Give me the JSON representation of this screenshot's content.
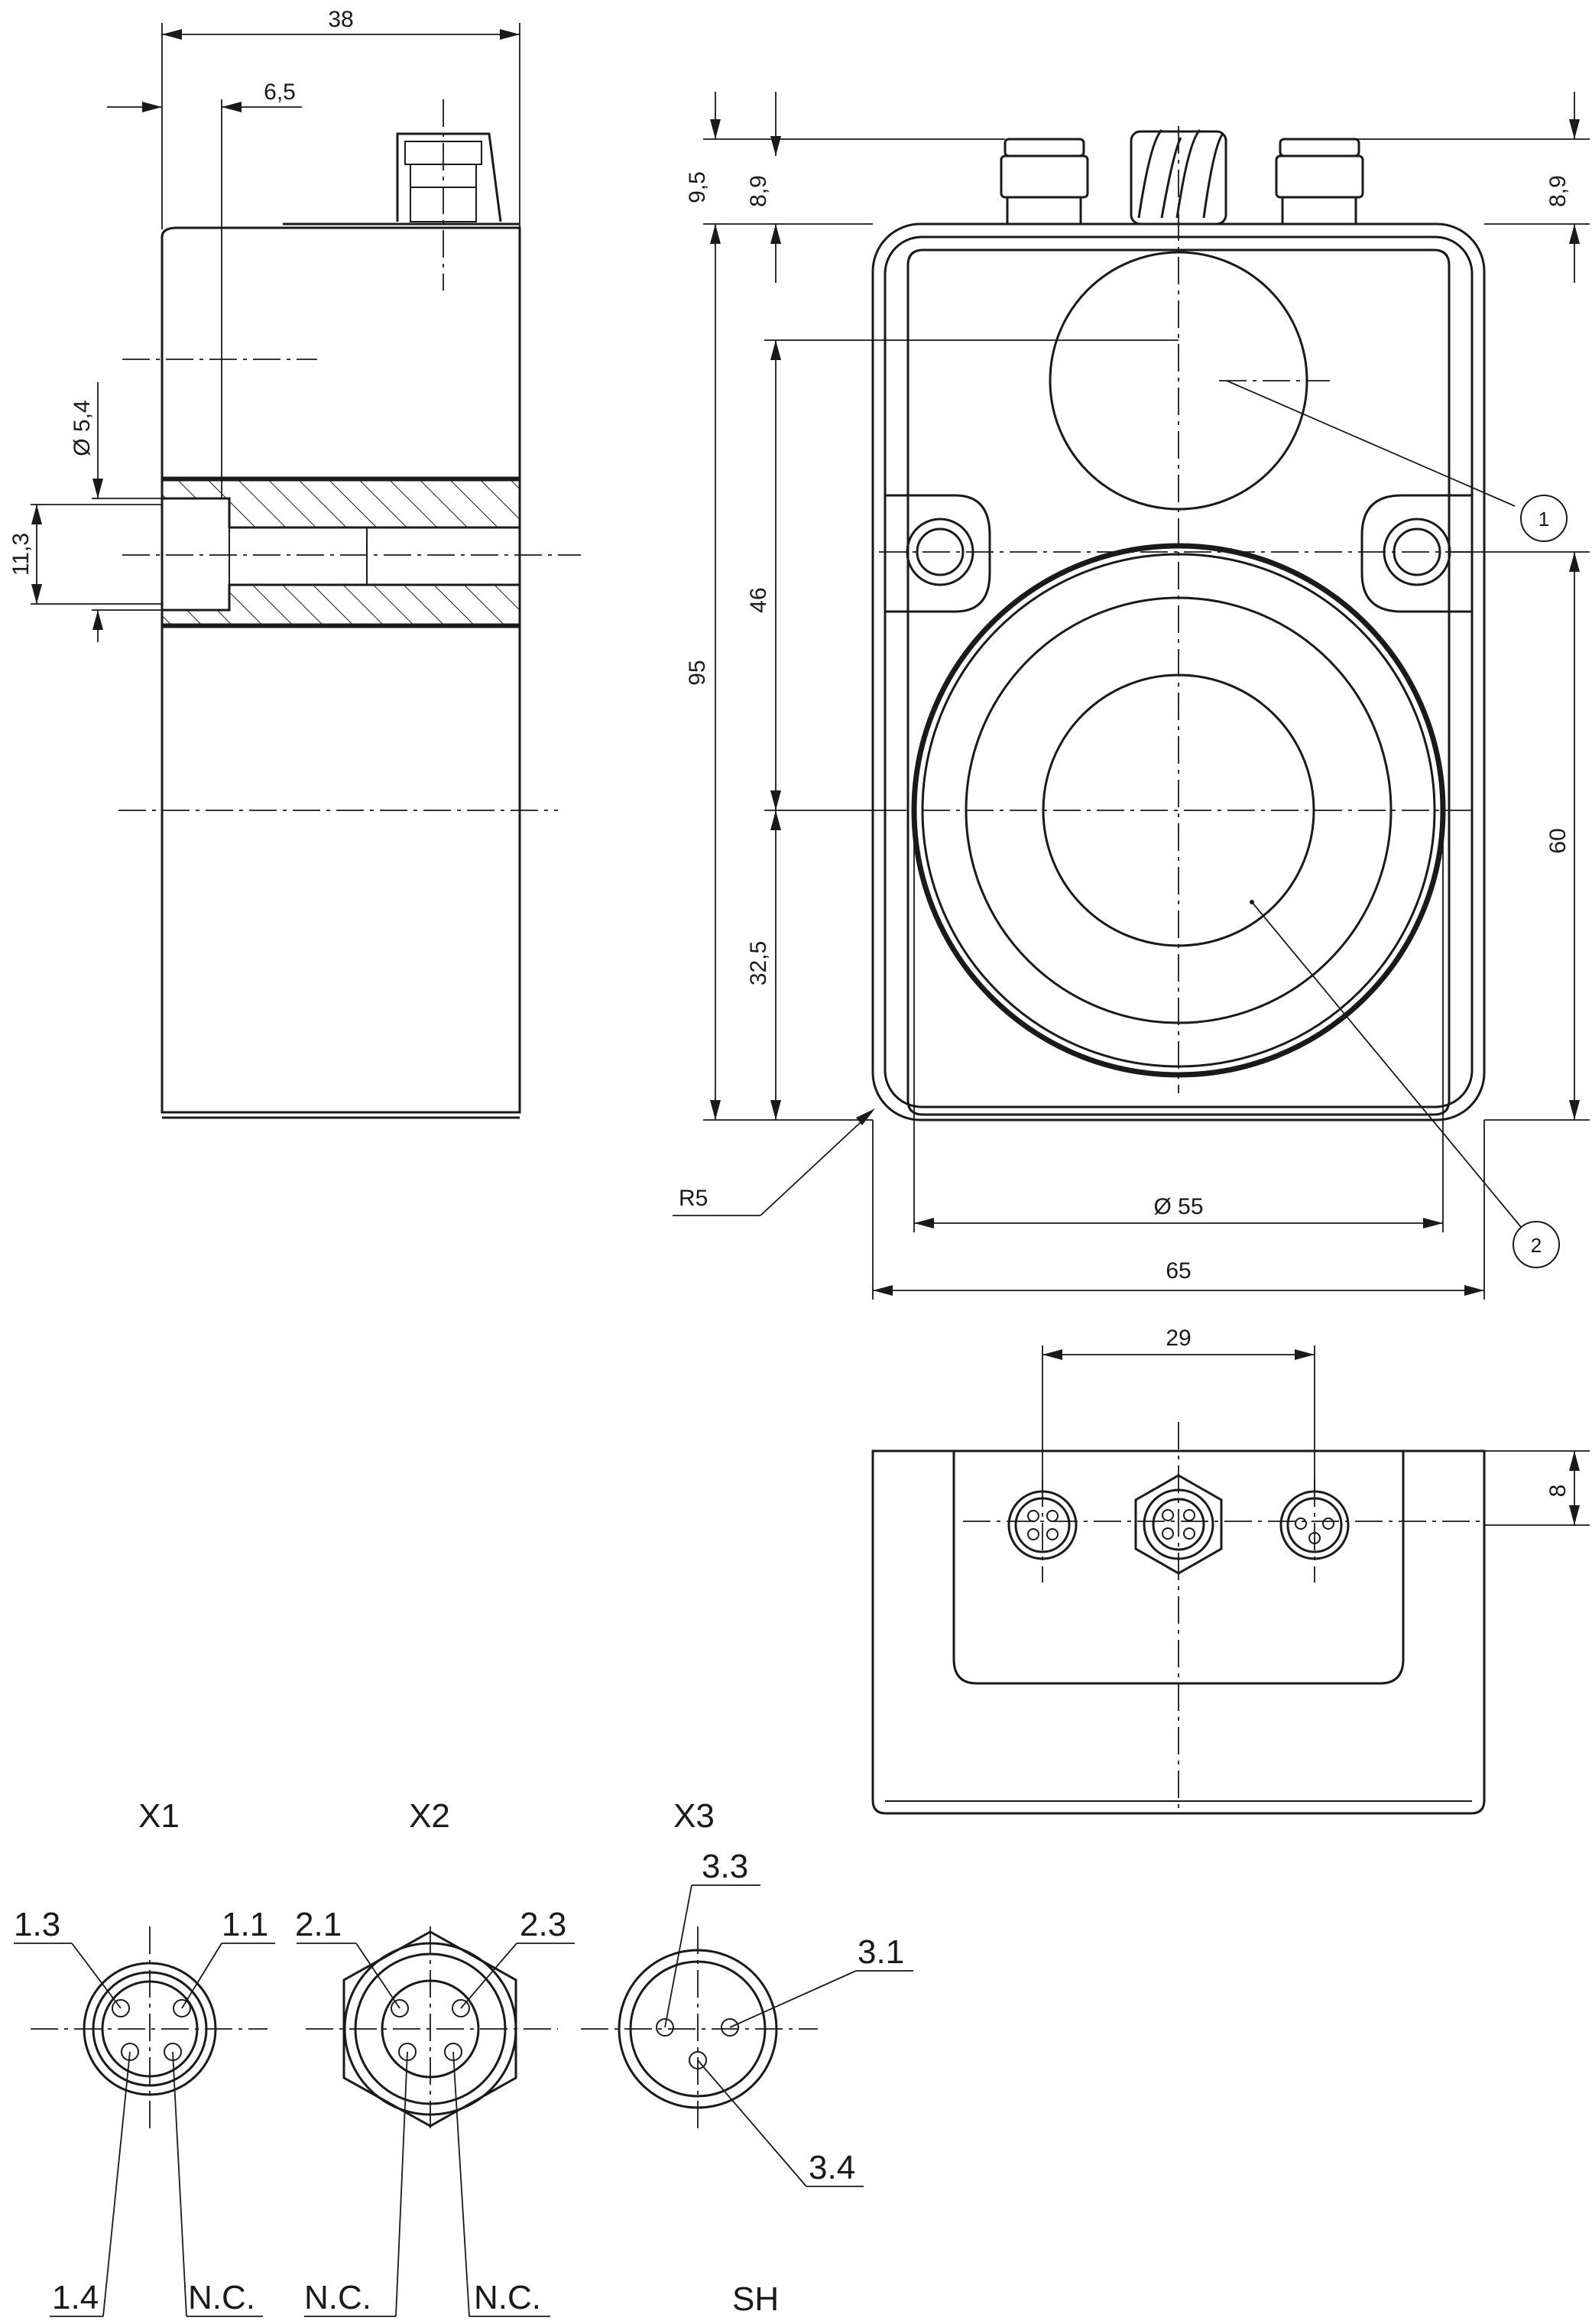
{
  "side_view": {
    "dim_width": "38",
    "dim_offset": "6,5",
    "dim_bore_diameter": "Ø 5,4",
    "dim_bore_height": "11,3"
  },
  "front_view": {
    "dim_top_total": "9,5",
    "dim_top_left": "8,9",
    "dim_top_right": "8,9",
    "dim_height": "95",
    "dim_upper": "46",
    "dim_lower": "32,5",
    "dim_right": "60",
    "dim_radius": "R5",
    "dim_diameter": "Ø 55",
    "dim_width": "65",
    "callout_1": "1",
    "callout_2": "2"
  },
  "bottom_view": {
    "dim_spacing": "29",
    "dim_depth": "8"
  },
  "connectors": [
    {
      "name": "X1",
      "pins": [
        "1.3",
        "1.1",
        "1.4",
        "N.C."
      ]
    },
    {
      "name": "X2",
      "pins": [
        "2.1",
        "2.3",
        "N.C.",
        "N.C."
      ]
    },
    {
      "name": "X3",
      "pins": [
        "3.3",
        "3.1",
        "3.4",
        "SH"
      ]
    }
  ]
}
